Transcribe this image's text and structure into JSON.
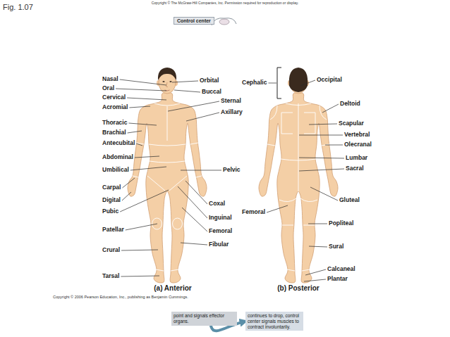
{
  "diagram": {
    "nodes": [
      {
        "text": [
          "Control center"
        ]
      },
      {
        "text": [
          "point and signals effector organs."
        ]
      },
      {
        "text": [
          "continues to drop, control center signals muscles to contract involuntarily."
        ]
      }
    ],
    "edges": [
      {
        "from": 1,
        "to": 2,
        "arrow": "to"
      }
    ],
    "labels": [
      "Fig. 1.07",
      "Copyright © The McGraw-Hill Companies, Inc. Permission required for reproduction or display.",
      "Nasal",
      "Oral",
      "Cervical",
      "Acromial",
      "Thoracic",
      "Brachial",
      "Antecubital",
      "Abdominal",
      "Umbilical",
      "Carpal",
      "Digital",
      "Pubic",
      "Patellar",
      "Crural",
      "Tarsal",
      "Orbital",
      "Buccal",
      "Sternal",
      "Axillary",
      "Pelvic",
      "Coxal",
      "Inguinal",
      "Femoral",
      "Fibular",
      "Cephalic",
      "Occipital",
      "Deltoid",
      "Scapular",
      "Vertebral",
      "Olecranal",
      "Lumbar",
      "Sacral",
      "Gluteal",
      "Femoral",
      "Popliteal",
      "Sural",
      "Calcaneal",
      "Plantar",
      "(a) Anterior",
      "(b) Posterior",
      "Copyright © 2006 Pearson Education, Inc., publishing as Benjamin Cummings."
    ]
  }
}
